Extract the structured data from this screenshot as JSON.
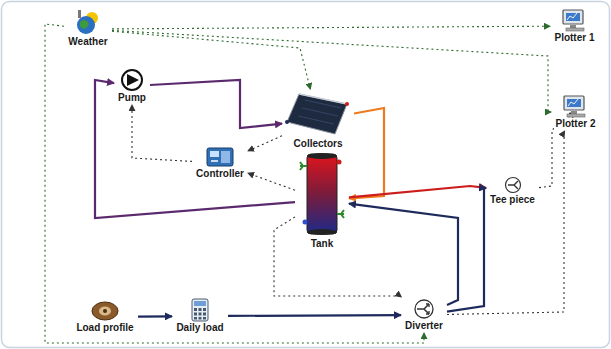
{
  "diagram": {
    "nodes": [
      {
        "text": [
          "Weather"
        ]
      },
      {
        "text": [
          "Plotter 1"
        ]
      },
      {
        "text": [
          "Pump"
        ]
      },
      {
        "text": [
          "Collectors"
        ]
      },
      {
        "text": [
          "Plotter 2"
        ]
      },
      {
        "text": [
          "Controller"
        ]
      },
      {
        "text": [
          "Tank"
        ]
      },
      {
        "text": [
          "Tee piece"
        ]
      },
      {
        "text": [
          "Load profile"
        ]
      },
      {
        "text": [
          "Daily load"
        ]
      },
      {
        "text": [
          "Diverter"
        ]
      }
    ],
    "edges": [
      {
        "from": 2,
        "to": 3,
        "arrow": "to"
      },
      {
        "from": 3,
        "to": 6,
        "arrow": "to"
      },
      {
        "from": 6,
        "to": 2,
        "arrow": "to"
      },
      {
        "from": 6,
        "to": 7,
        "arrow": "to"
      },
      {
        "from": 10,
        "to": 6,
        "arrow": "to"
      },
      {
        "from": 10,
        "to": 7,
        "arrow": "to"
      },
      {
        "from": 8,
        "to": 9,
        "arrow": "to"
      },
      {
        "from": 9,
        "to": 10,
        "arrow": "to"
      },
      {
        "from": 5,
        "to": 2,
        "arrow": "to"
      },
      {
        "from": 6,
        "to": 5,
        "arrow": "to"
      },
      {
        "from": 3,
        "to": 5,
        "arrow": "to"
      },
      {
        "from": 0,
        "to": 1,
        "arrow": "to"
      },
      {
        "from": 0,
        "to": 3,
        "arrow": "to"
      },
      {
        "from": 0,
        "to": 4,
        "arrow": "to"
      },
      {
        "from": 0,
        "to": 10,
        "arrow": "to"
      },
      {
        "from": 6,
        "to": 10,
        "arrow": "to"
      },
      {
        "from": 7,
        "to": 4,
        "arrow": "to"
      },
      {
        "from": 10,
        "to": 4,
        "arrow": "to"
      }
    ]
  }
}
